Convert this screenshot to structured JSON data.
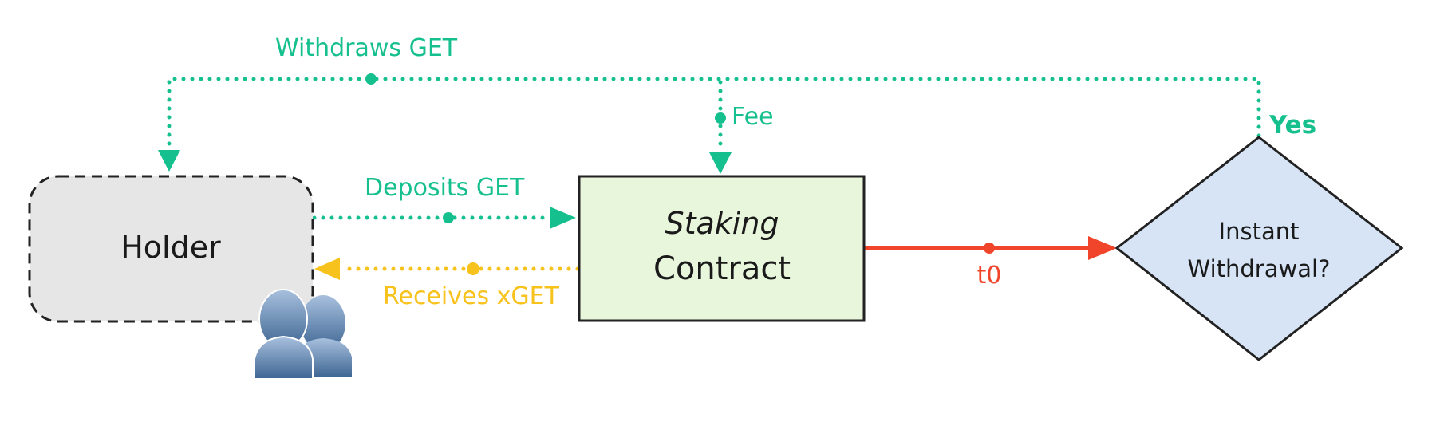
{
  "colors": {
    "green": "#16c08e",
    "yellow": "#f7c21b",
    "red": "#f0452a",
    "holder_fill": "#e6e6e6",
    "staking_fill": "#e8f6dc",
    "decision_fill": "#d6e4f6",
    "stroke": "#222222"
  },
  "nodes": {
    "holder": {
      "label": "Holder",
      "icon": "users-icon"
    },
    "staking": {
      "label_line1": "Staking",
      "label_line2": "Contract"
    },
    "decision": {
      "label_line1": "Instant",
      "label_line2": "Withdrawal?"
    }
  },
  "edges": {
    "deposits": {
      "label": "Deposits GET"
    },
    "receives": {
      "label": "Receives xGET"
    },
    "withdraws": {
      "label": "Withdraws GET"
    },
    "fee": {
      "label": "Fee"
    },
    "yes": {
      "label": "Yes"
    },
    "t0": {
      "label": "t0"
    }
  }
}
